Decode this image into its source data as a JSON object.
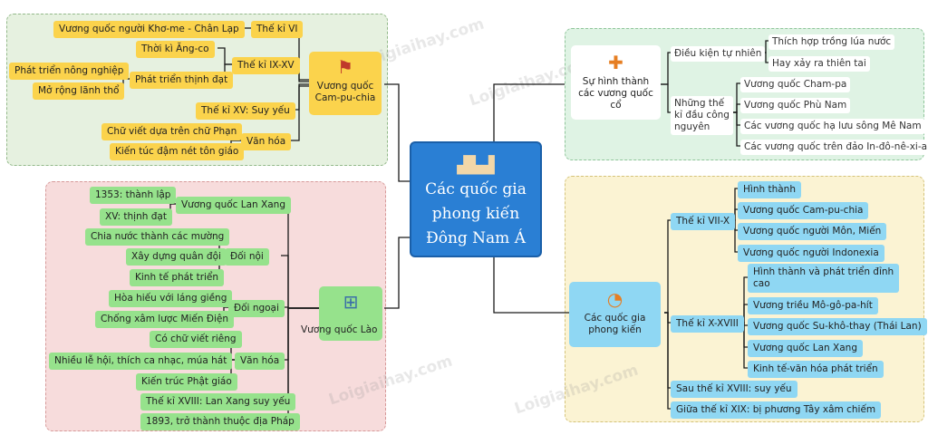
{
  "center": {
    "title_l1": "Các quốc gia",
    "title_l2": "phong kiến",
    "title_l3": "Đông Nam Á",
    "icon": "castle-icon"
  },
  "cambodia": {
    "hub": {
      "l1": "Vương quốc",
      "l2": "Cam-pu-chia",
      "icon": "flag-icon"
    },
    "c6": {
      "label": "Thế kỉ VI",
      "items": [
        "Vương quốc người Khơ-me - Chân Lạp"
      ]
    },
    "c9_15": {
      "label": "Thế kỉ IX-XV",
      "item1": "Thời kì Ăng-co",
      "item2": "Phát triển thịnh đạt",
      "subs": [
        "Phát triển nông nghiệp",
        "Mở rộng lãnh thổ"
      ]
    },
    "c15": {
      "label": "Thế kỉ XV: Suy yếu"
    },
    "culture": {
      "label": "Văn hóa",
      "items": [
        "Chữ viết dựa trên chữ Phạn",
        "Kiến túc đậm nét tôn giáo"
      ]
    }
  },
  "laos": {
    "hub": {
      "label": "Vương quốc Lào",
      "icon": "abacus-icon"
    },
    "lanxang": {
      "label": "Vương quốc Lan Xang",
      "items": [
        "1353: thành lập",
        "XV: thịnh đạt"
      ]
    },
    "domestic": {
      "label": "Đối nội",
      "items": [
        "Chia nước thành các mường",
        "Xây dựng quân đội",
        "Kinh tế phát triển"
      ]
    },
    "foreign": {
      "label": "Đối ngoại",
      "items": [
        "Hòa hiếu với láng giềng",
        "Chống xâm lược Miến Điện"
      ]
    },
    "culture": {
      "label": "Văn hóa",
      "items": [
        "Có chữ viết riêng",
        "Nhiều lễ hội, thích ca nhạc, múa hát",
        "Kiến trúc Phật giáo"
      ]
    },
    "decline": "Thế kỉ XVIII: Lan Xang suy yếu",
    "colony": "1893, trở thành thuộc địa Pháp"
  },
  "formation": {
    "hub": {
      "l1": "Sự hình thành",
      "l2": "các vương quốc",
      "l3": "cổ",
      "icon": "puzzle-icon"
    },
    "natural": {
      "label": "Điều kiện tự nhiên",
      "items": [
        "Thích hợp trồng lúa nước",
        "Hay xảy ra thiên tai"
      ]
    },
    "early": {
      "l1": "Những thế",
      "l2": "kỉ đầu công",
      "l3": "nguyên",
      "items": [
        "Vương quốc Cham-pa",
        "Vương quốc Phù Nam",
        "Các vương quốc hạ lưu sông Mê Nam",
        "Các vương quốc trên đảo In-đô-nê-xi-a"
      ]
    }
  },
  "feudal": {
    "hub": {
      "l1": "Các quốc gia",
      "l2": "phong kiến",
      "icon": "palette-icon"
    },
    "c7_10": {
      "label": "Thế kỉ VII-X",
      "items": [
        "Hình thành",
        "Vương quốc Cam-pu-chia",
        "Vương quốc người Môn, Miến",
        "Vương quốc người Indonexia"
      ]
    },
    "c10_18": {
      "label": "Thế kỉ X-XVIII",
      "item1_l1": "Hình thành và phát triển đỉnh",
      "item1_l2": "cao",
      "items": [
        "Vương triều Mô-gô-pa-hít",
        "Vương quốc Su-khô-thay (Thái Lan)",
        "Vương quốc Lan Xang",
        "Kinh tế-văn hóa phát triển"
      ]
    },
    "after18": "Sau thế kỉ XVIII: suy yếu",
    "mid19": "Giữa thế kỉ XIX: bị phương Tây xâm chiếm"
  },
  "watermark": "Loigiaihay.com",
  "colors": {
    "center": "#2a7fd4",
    "yellow": "#fbd34c",
    "green": "#96e28c",
    "blue": "#8fd7f3"
  }
}
